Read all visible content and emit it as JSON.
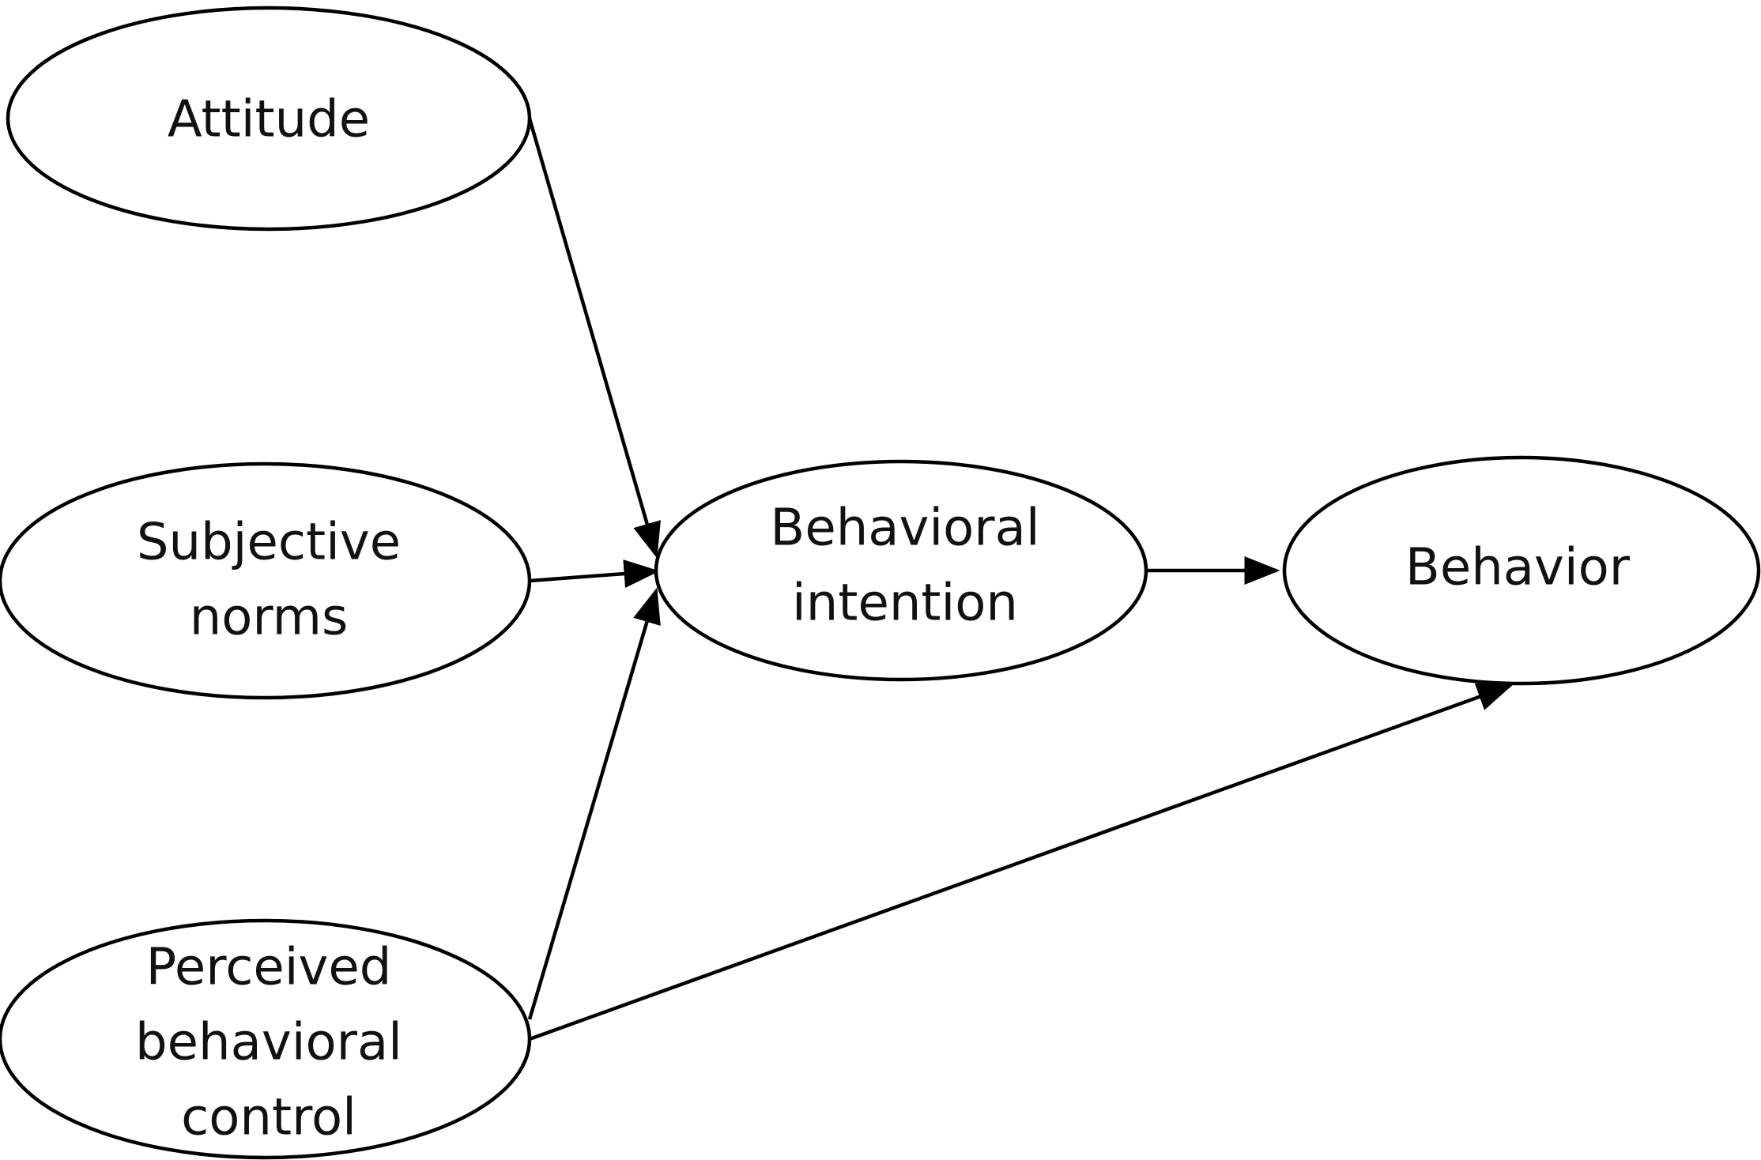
{
  "diagram": {
    "nodes": [
      {
        "id": "attitude",
        "lines": [
          "Attitude"
        ]
      },
      {
        "id": "subjective-norms",
        "lines": [
          "Subjective",
          "norms"
        ]
      },
      {
        "id": "perceived-behavioral-control",
        "lines": [
          "Perceived",
          "behavioral",
          "control"
        ]
      },
      {
        "id": "behavioral-intention",
        "lines": [
          "Behavioral",
          "intention"
        ]
      },
      {
        "id": "behavior",
        "lines": [
          "Behavior"
        ]
      }
    ],
    "edges": [
      {
        "from": "attitude",
        "to": "behavioral-intention"
      },
      {
        "from": "subjective-norms",
        "to": "behavioral-intention"
      },
      {
        "from": "perceived-behavioral-control",
        "to": "behavioral-intention"
      },
      {
        "from": "behavioral-intention",
        "to": "behavior"
      },
      {
        "from": "perceived-behavioral-control",
        "to": "behavior"
      }
    ],
    "colors": {
      "stroke": "#000000",
      "fill": "#ffffff",
      "text": "#111111"
    }
  }
}
